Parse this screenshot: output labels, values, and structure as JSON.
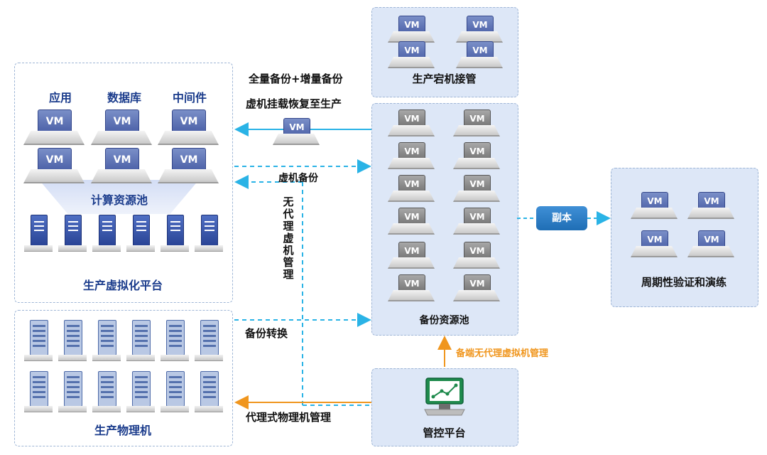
{
  "prod_virtual": {
    "apps": [
      "应用",
      "数据库",
      "中间件"
    ],
    "pool_label": "计算资源池",
    "title": "生产虚拟化平台",
    "vm_label": "VM"
  },
  "prod_physical": {
    "title": "生产物理机"
  },
  "takeover": {
    "title": "生产宕机接管"
  },
  "backup_pool": {
    "title": "备份资源池"
  },
  "mgmt": {
    "title": "管控平台"
  },
  "verify": {
    "title": "周期性验证和演练"
  },
  "copy_label": "副本",
  "labels": {
    "full_incr": "全量备份+增量备份",
    "mount_restore": "虚机挂载恢复至生产",
    "vm_backup": "虚机备份",
    "agentless": "无代理虚机管理",
    "backup_convert": "备份转换",
    "agent_physical": "代理式物理机管理",
    "backend_agentless": "备端无代理虚拟机管理"
  },
  "colors": {
    "cyan": "#2ab3e6",
    "orange": "#f0961e",
    "navy": "#1b3c8c",
    "panel": "#dde7f7"
  }
}
